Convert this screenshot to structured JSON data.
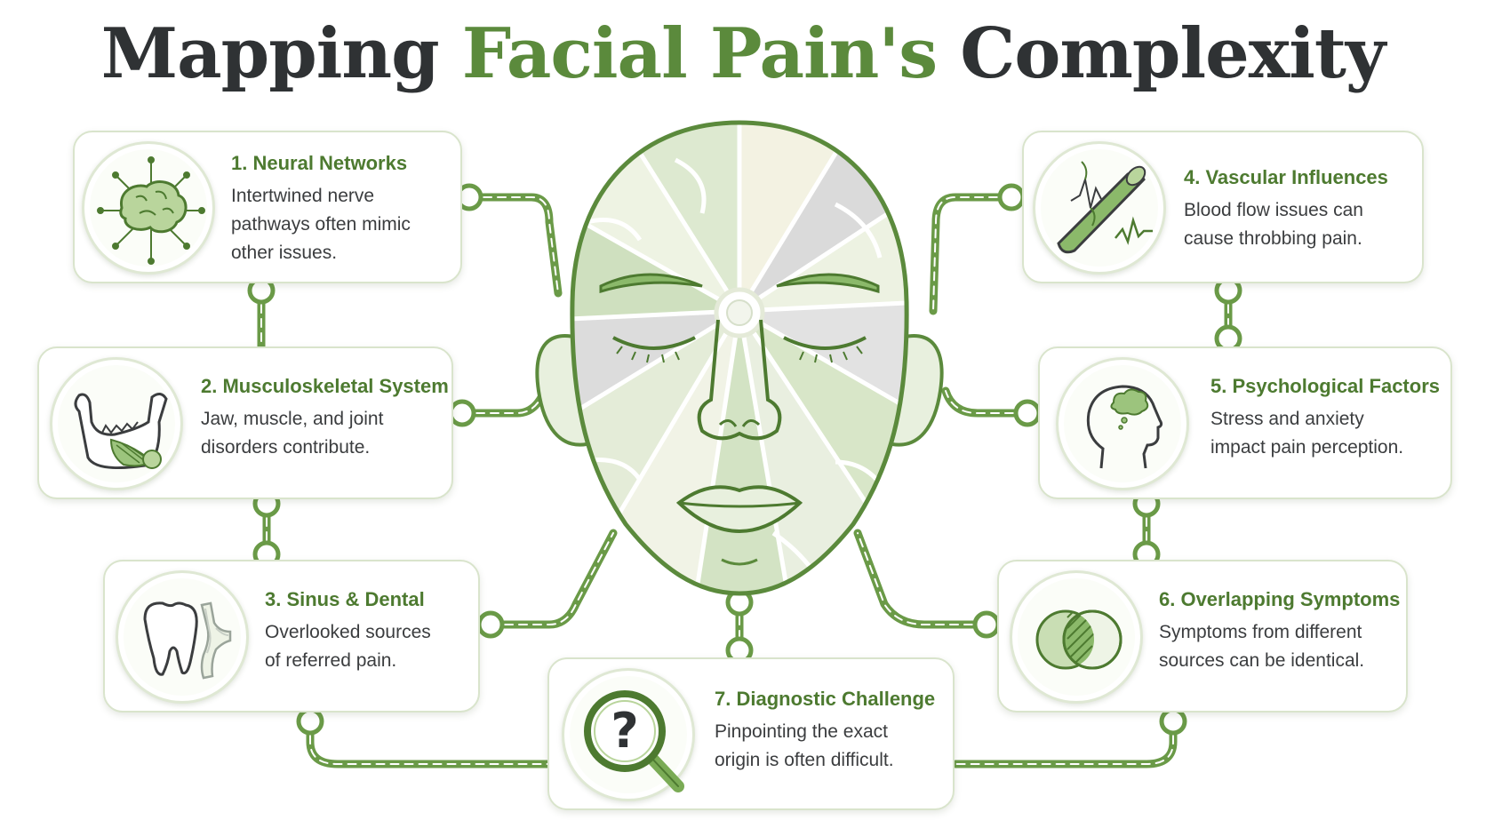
{
  "title": {
    "part1": "Mapping ",
    "part2": "Facial Pain's",
    "part3": " Complexity"
  },
  "colors": {
    "accent": "#5b8a3c",
    "title_dark": "#2f3234",
    "card_border": "#d9e4cc",
    "connector": "#6a9a47"
  },
  "cards": [
    {
      "title": "1. Neural Networks",
      "lines": [
        "Intertwined nerve",
        "pathways often mimic",
        "other issues."
      ],
      "icon": "brain-neurons-icon"
    },
    {
      "title": "2. Musculoskeletal System",
      "lines": [
        "Jaw, muscle, and joint",
        "disorders contribute."
      ],
      "icon": "jaw-bone-icon"
    },
    {
      "title": "3. Sinus & Dental",
      "lines": [
        "Overlooked sources",
        "of referred pain."
      ],
      "icon": "tooth-sinus-icon"
    },
    {
      "title": "4. Vascular Influences",
      "lines": [
        "Blood flow issues can",
        "cause throbbing pain."
      ],
      "icon": "blood-vessel-icon"
    },
    {
      "title": "5. Psychological Factors",
      "lines": [
        "Stress and anxiety",
        "impact pain perception."
      ],
      "icon": "head-cloud-icon"
    },
    {
      "title": "6. Overlapping Symptoms",
      "lines": [
        "Symptoms from different",
        "sources can be identical."
      ],
      "icon": "venn-overlap-icon"
    },
    {
      "title": "7. Diagnostic Challenge",
      "lines": [
        "Pinpointing the exact",
        "origin is often difficult."
      ],
      "icon": "magnifier-question-icon"
    }
  ]
}
